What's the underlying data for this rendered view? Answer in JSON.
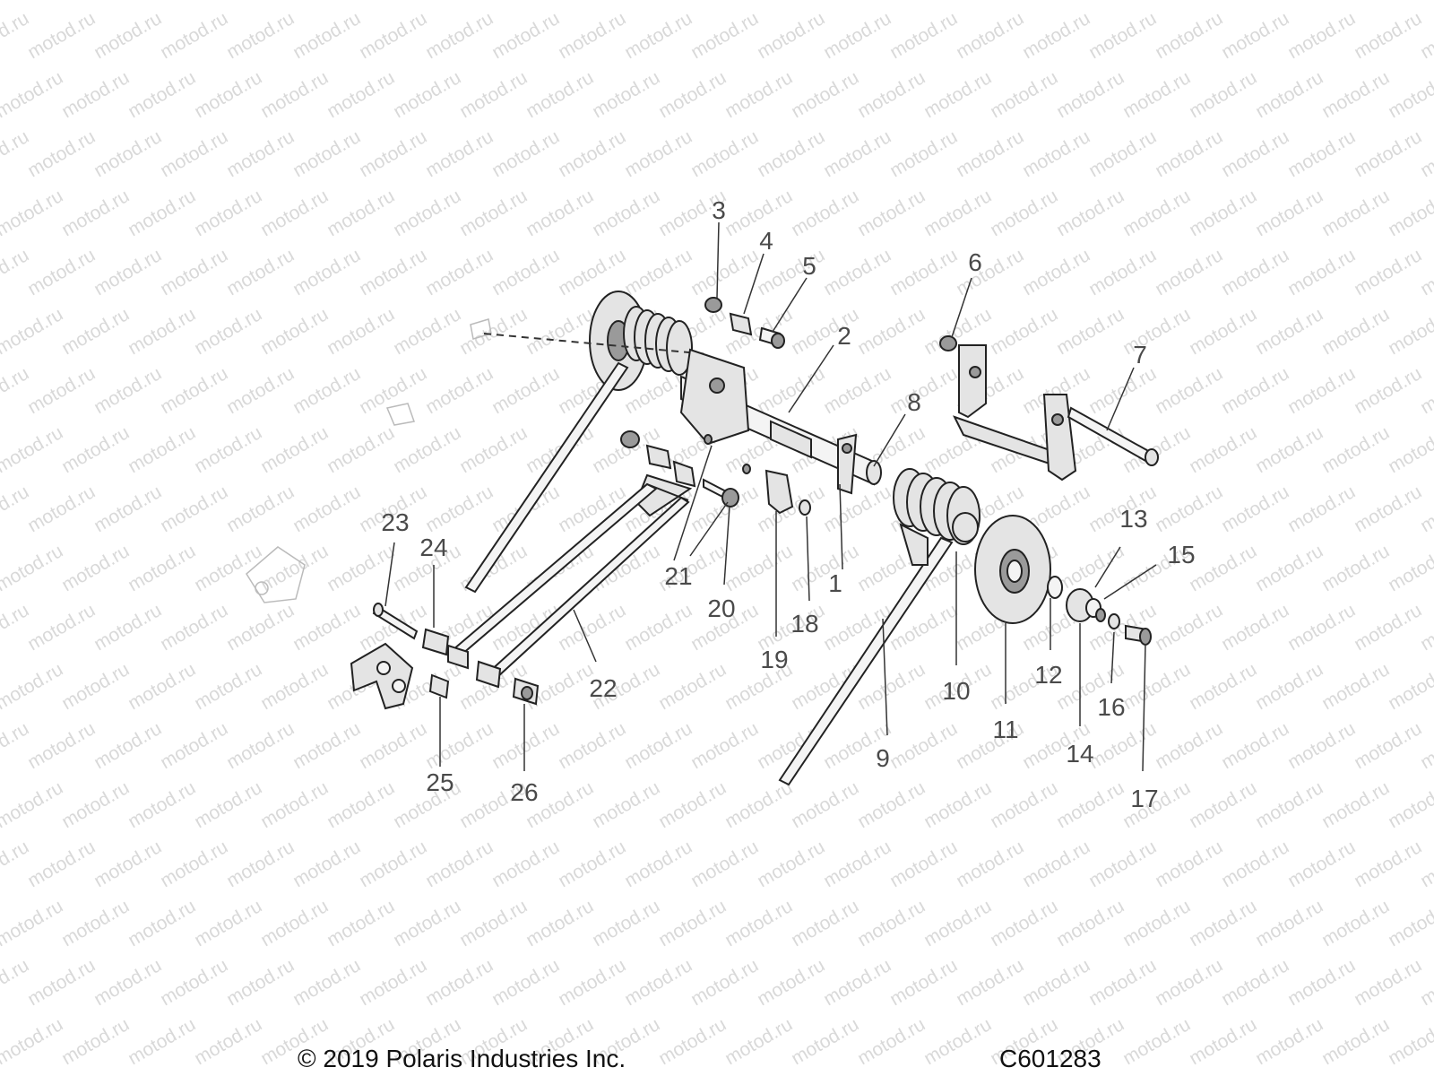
{
  "watermark": "motod.ru",
  "footer": {
    "copyright": "© 2019 Polaris Industries Inc.",
    "code": "C601283"
  },
  "callouts": {
    "c1": "1",
    "c2": "2",
    "c3": "3",
    "c4": "4",
    "c5": "5",
    "c6": "6",
    "c7": "7",
    "c8": "8",
    "c9": "9",
    "c10": "10",
    "c11": "11",
    "c12": "12",
    "c13": "13",
    "c14": "14",
    "c15": "15",
    "c16": "16",
    "c17": "17",
    "c18": "18",
    "c19": "19",
    "c20": "20",
    "c21": "21",
    "c22": "22",
    "c23": "23",
    "c24": "24",
    "c25": "25",
    "c26": "26"
  }
}
